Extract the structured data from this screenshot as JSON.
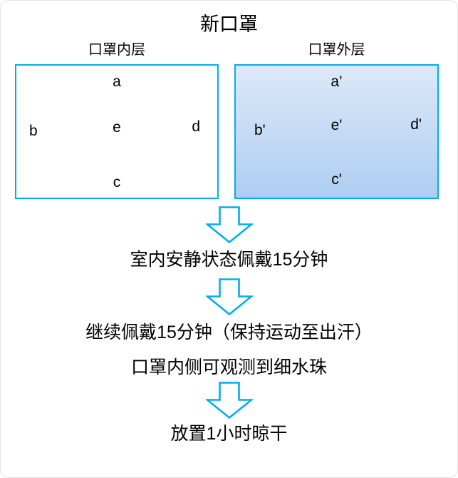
{
  "title": "新口罩",
  "colors": {
    "accent": "#00AEEF",
    "outer_box_gradient_top": "#dde9f8",
    "outer_box_gradient_bottom": "#aecdf2",
    "text": "#000000",
    "background": "#ffffff"
  },
  "boxes": {
    "inner": {
      "label": "口罩内层",
      "points": {
        "top": "a",
        "left": "b",
        "center": "e",
        "right": "d",
        "bottom": "c"
      }
    },
    "outer": {
      "label": "口罩外层",
      "points": {
        "top": "a’",
        "left": "b'",
        "center": "e'",
        "right": "d'",
        "bottom": "c'"
      }
    }
  },
  "steps": [
    {
      "text": "室内安静状态佩戴15分钟"
    },
    {
      "text": "继续佩戴15分钟（保持运动至出汗）"
    },
    {
      "text": "口罩内侧可观测到细水珠"
    },
    {
      "text": "放置1小时晾干"
    }
  ]
}
